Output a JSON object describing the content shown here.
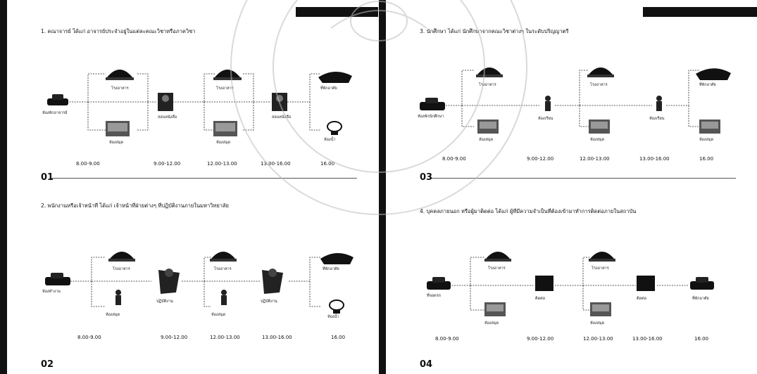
{
  "panels": [
    {
      "number": "01",
      "heading": "1. คณาจารย์ ได้แก่ อาจารย์ประจำอยู่ในแต่ละคณะวิชาหรือภาควิชา",
      "nodes": {
        "start": "ห้องพักอาจารย์",
        "canteen": "โรงอาหาร",
        "library": "ห้องสมุด",
        "teach": "สอนหนังสือ",
        "home": "ที่พักอาศัย",
        "toilet": "ห้องน้ำ"
      },
      "times": [
        "8.00-9.00",
        "9.00-12.00",
        "12.00-13.00",
        "13.00-16.00",
        "16.00"
      ]
    },
    {
      "number": "03",
      "heading": "3. นักศึกษา ได้แก่ นักศึกษาจากคณะวิชาต่างๆ ในระดับปริญญาตรี",
      "nodes": {
        "start": "ห้องพักนักศึกษา",
        "canteen": "โรงอาหาร",
        "library": "ห้องสมุด",
        "class": "ห้องเรียน",
        "home": "ที่พักอาศัย"
      },
      "times": [
        "8.00-9.00",
        "9.00-12.00",
        "12.00-13.00",
        "13.00-16.00",
        "16.00"
      ]
    },
    {
      "number": "02",
      "heading": "2. พนักงานหรือเจ้าหน้าที่ ได้แก่ เจ้าหน้าที่ฝ่ายต่างๆ ที่ปฏิบัติงานภายในมหาวิทยาลัย",
      "nodes": {
        "start": "ห้องทำงาน",
        "canteen": "โรงอาหาร",
        "library": "ห้องสมุด",
        "work": "ปฏิบัติงาน",
        "home": "ที่พักอาศัย",
        "toilet": "ห้องน้ำ"
      },
      "times": [
        "8.00-9.00",
        "9.00-12.00",
        "12.00-13.00",
        "13.00-16.00",
        "16.00"
      ]
    },
    {
      "number": "04",
      "heading": "4. บุคคลภายนอก หรือผู้มาติดต่อ ได้แก่ ผู้ที่มีความจำเป็นที่ต้องเข้ามาทำการติดต่อภายในสถาบัน",
      "nodes": {
        "start": "ที่จอดรถ",
        "canteen": "โรงอาหาร",
        "library": "ห้องสมุด",
        "contact": "ติดต่อ",
        "home": "ที่พักอาศัย"
      },
      "times": [
        "8.00-9.00",
        "9.00-12.00",
        "12.00-13.00",
        "13.00-16.00",
        "16.00"
      ]
    }
  ]
}
